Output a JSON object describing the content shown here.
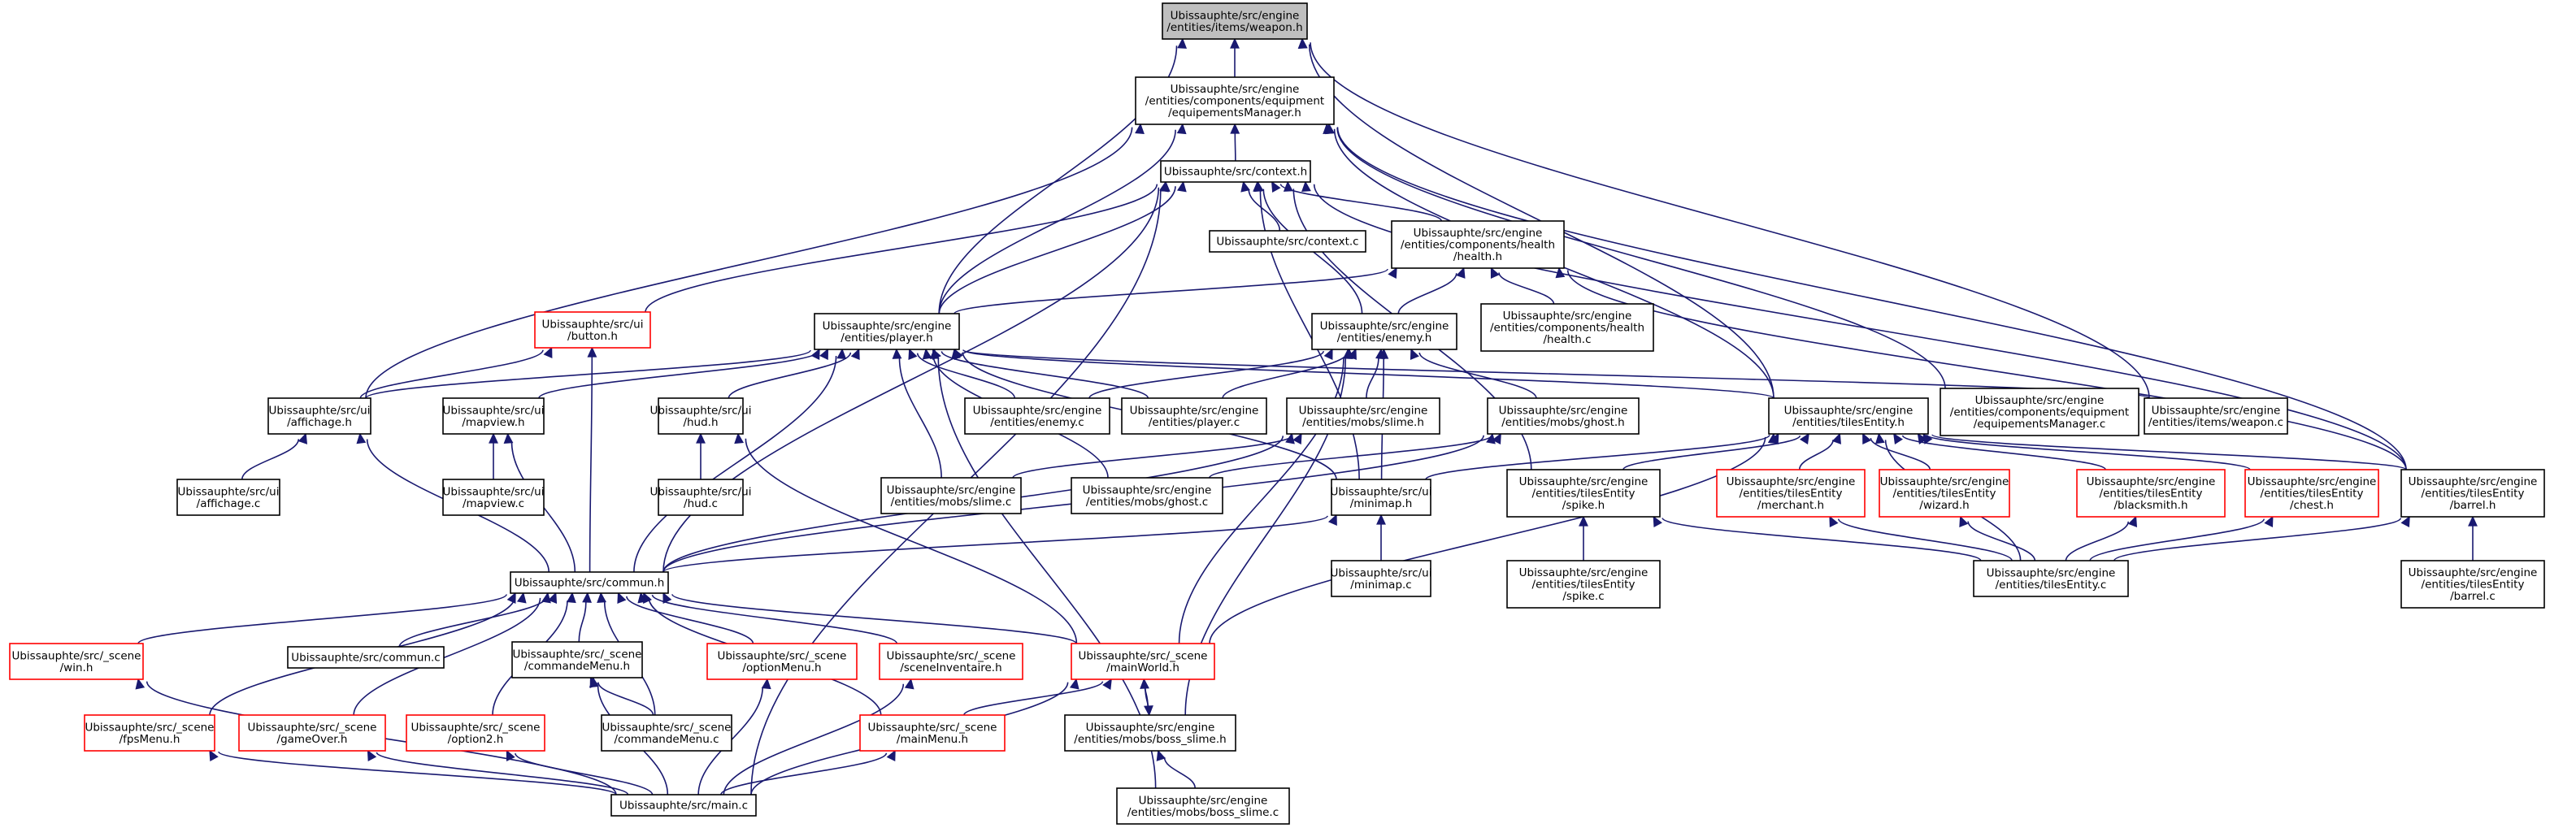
{
  "colors": {
    "edge": "#191970",
    "root_fill": "#bfbfbf",
    "truncated_border": "#ff0000",
    "node_border": "#000000"
  },
  "nodes": {
    "weapon_h": {
      "lines": [
        "Ubissauphte/src/engine",
        "/entities/items/weapon.h"
      ],
      "root": true
    },
    "equip_h": {
      "lines": [
        "Ubissauphte/src/engine",
        "/entities/components/equipment",
        "/equipementsManager.h"
      ]
    },
    "context_h": {
      "lines": [
        "Ubissauphte/src/context.h"
      ]
    },
    "context_c": {
      "lines": [
        "Ubissauphte/src/context.c"
      ]
    },
    "health_h": {
      "lines": [
        "Ubissauphte/src/engine",
        "/entities/components/health",
        "/health.h"
      ]
    },
    "health_c": {
      "lines": [
        "Ubissauphte/src/engine",
        "/entities/components/health",
        "/health.c"
      ]
    },
    "button_h": {
      "lines": [
        "Ubissauphte/src/ui",
        "/button.h"
      ],
      "truncated": true
    },
    "player_h": {
      "lines": [
        "Ubissauphte/src/engine",
        "/entities/player.h"
      ]
    },
    "enemy_h": {
      "lines": [
        "Ubissauphte/src/engine",
        "/entities/enemy.h"
      ]
    },
    "affichage_h": {
      "lines": [
        "Ubissauphte/src/ui",
        "/affichage.h"
      ]
    },
    "affichage_c": {
      "lines": [
        "Ubissauphte/src/ui",
        "/affichage.c"
      ]
    },
    "mapview_h": {
      "lines": [
        "Ubissauphte/src/ui",
        "/mapview.h"
      ]
    },
    "mapview_c": {
      "lines": [
        "Ubissauphte/src/ui",
        "/mapview.c"
      ]
    },
    "hud_h": {
      "lines": [
        "Ubissauphte/src/ui",
        "/hud.h"
      ]
    },
    "hud_c": {
      "lines": [
        "Ubissauphte/src/ui",
        "/hud.c"
      ]
    },
    "enemy_c": {
      "lines": [
        "Ubissauphte/src/engine",
        "/entities/enemy.c"
      ]
    },
    "player_c": {
      "lines": [
        "Ubissauphte/src/engine",
        "/entities/player.c"
      ]
    },
    "slime_h": {
      "lines": [
        "Ubissauphte/src/engine",
        "/entities/mobs/slime.h"
      ]
    },
    "ghost_h": {
      "lines": [
        "Ubissauphte/src/engine",
        "/entities/mobs/ghost.h"
      ]
    },
    "slime_c": {
      "lines": [
        "Ubissauphte/src/engine",
        "/entities/mobs/slime.c"
      ]
    },
    "ghost_c": {
      "lines": [
        "Ubissauphte/src/engine",
        "/entities/mobs/ghost.c"
      ]
    },
    "minimap_h": {
      "lines": [
        "Ubissauphte/src/ui",
        "/minimap.h"
      ]
    },
    "minimap_c": {
      "lines": [
        "Ubissauphte/src/ui",
        "/minimap.c"
      ]
    },
    "tiles_h": {
      "lines": [
        "Ubissauphte/src/engine",
        "/entities/tilesEntity.h"
      ]
    },
    "tiles_c": {
      "lines": [
        "Ubissauphte/src/engine",
        "/entities/tilesEntity.c"
      ]
    },
    "equip_c": {
      "lines": [
        "Ubissauphte/src/engine",
        "/entities/components/equipment",
        "/equipementsManager.c"
      ]
    },
    "weapon_c": {
      "lines": [
        "Ubissauphte/src/engine",
        "/entities/items/weapon.c"
      ]
    },
    "spike_h": {
      "lines": [
        "Ubissauphte/src/engine",
        "/entities/tilesEntity",
        "/spike.h"
      ]
    },
    "spike_c": {
      "lines": [
        "Ubissauphte/src/engine",
        "/entities/tilesEntity",
        "/spike.c"
      ]
    },
    "merchant_h": {
      "lines": [
        "Ubissauphte/src/engine",
        "/entities/tilesEntity",
        "/merchant.h"
      ],
      "truncated": true
    },
    "wizard_h": {
      "lines": [
        "Ubissauphte/src/engine",
        "/entities/tilesEntity",
        "/wizard.h"
      ],
      "truncated": true
    },
    "blacksmith_h": {
      "lines": [
        "Ubissauphte/src/engine",
        "/entities/tilesEntity",
        "/blacksmith.h"
      ],
      "truncated": true
    },
    "chest_h": {
      "lines": [
        "Ubissauphte/src/engine",
        "/entities/tilesEntity",
        "/chest.h"
      ],
      "truncated": true
    },
    "barrel_h": {
      "lines": [
        "Ubissauphte/src/engine",
        "/entities/tilesEntity",
        "/barrel.h"
      ]
    },
    "barrel_c": {
      "lines": [
        "Ubissauphte/src/engine",
        "/entities/tilesEntity",
        "/barrel.c"
      ]
    },
    "commun_h": {
      "lines": [
        "Ubissauphte/src/commun.h"
      ]
    },
    "commun_c": {
      "lines": [
        "Ubissauphte/src/commun.c"
      ]
    },
    "win_h": {
      "lines": [
        "Ubissauphte/src/_scene",
        "/win.h"
      ],
      "truncated": true
    },
    "cmdmenu_h": {
      "lines": [
        "Ubissauphte/src/_scene",
        "/commandeMenu.h"
      ]
    },
    "cmdmenu_c": {
      "lines": [
        "Ubissauphte/src/_scene",
        "/commandeMenu.c"
      ]
    },
    "optionmenu_h": {
      "lines": [
        "Ubissauphte/src/_scene",
        "/optionMenu.h"
      ],
      "truncated": true
    },
    "inventaire_h": {
      "lines": [
        "Ubissauphte/src/_scene",
        "/sceneInventaire.h"
      ],
      "truncated": true
    },
    "mainworld_h": {
      "lines": [
        "Ubissauphte/src/_scene",
        "/mainWorld.h"
      ],
      "truncated": true
    },
    "fpsmenu_h": {
      "lines": [
        "Ubissauphte/src/_scene",
        "/fpsMenu.h"
      ],
      "truncated": true
    },
    "gameover_h": {
      "lines": [
        "Ubissauphte/src/_scene",
        "/gameOver.h"
      ],
      "truncated": true
    },
    "option2_h": {
      "lines": [
        "Ubissauphte/src/_scene",
        "/option2.h"
      ],
      "truncated": true
    },
    "mainmenu_h": {
      "lines": [
        "Ubissauphte/src/_scene",
        "/mainMenu.h"
      ],
      "truncated": true
    },
    "bossslime_h": {
      "lines": [
        "Ubissauphte/src/engine",
        "/entities/mobs/boss_slime.h"
      ]
    },
    "bossslime_c": {
      "lines": [
        "Ubissauphte/src/engine",
        "/entities/mobs/boss_slime.c"
      ]
    },
    "main_c": {
      "lines": [
        "Ubissauphte/src/main.c"
      ]
    }
  }
}
